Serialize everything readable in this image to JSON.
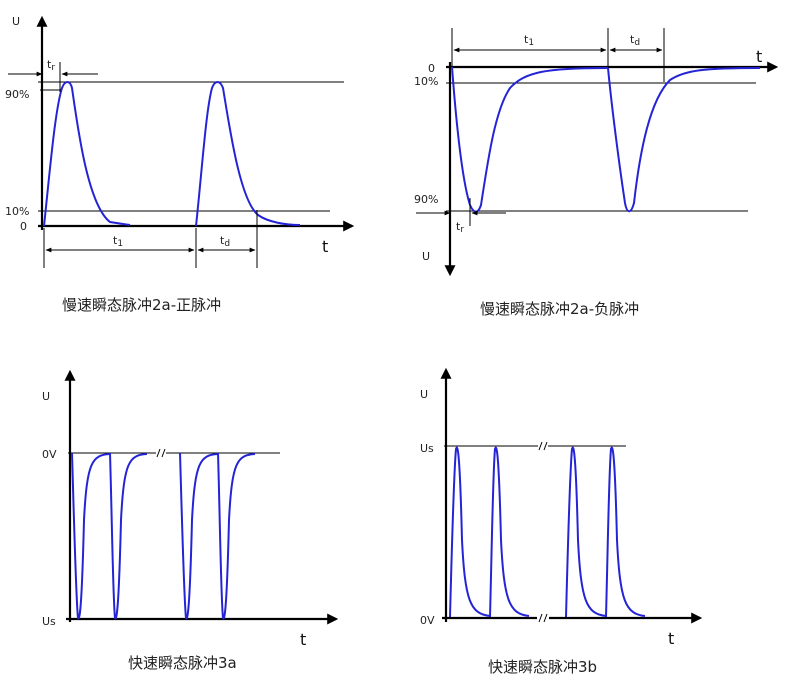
{
  "colors": {
    "waveform": "#2424d6",
    "axis": "#000000"
  },
  "panel_2a_pos": {
    "u": "U",
    "t": "t",
    "pct90": "90%",
    "pct10": "10%",
    "zero": "0",
    "tr": "t",
    "tr_sub": "r",
    "t1": "t",
    "t1_sub": "1",
    "td": "t",
    "td_sub": "d",
    "caption": "慢速瞬态脉冲2a-正脉冲"
  },
  "panel_2a_neg": {
    "u": "U",
    "t": "t",
    "zero": "0",
    "pct10": "10%",
    "pct90": "90%",
    "tr": "t",
    "tr_sub": "r",
    "t1": "t",
    "t1_sub": "1",
    "td": "t",
    "td_sub": "d",
    "caption": "慢速瞬态脉冲2a-负脉冲"
  },
  "panel_3a": {
    "u": "U",
    "t": "t",
    "zero_v": "0V",
    "us": "Us",
    "caption": "快速瞬态脉冲3a"
  },
  "panel_3b": {
    "u": "U",
    "t": "t",
    "us": "Us",
    "zero_v": "0V",
    "caption": "快速瞬态脉冲3b"
  }
}
